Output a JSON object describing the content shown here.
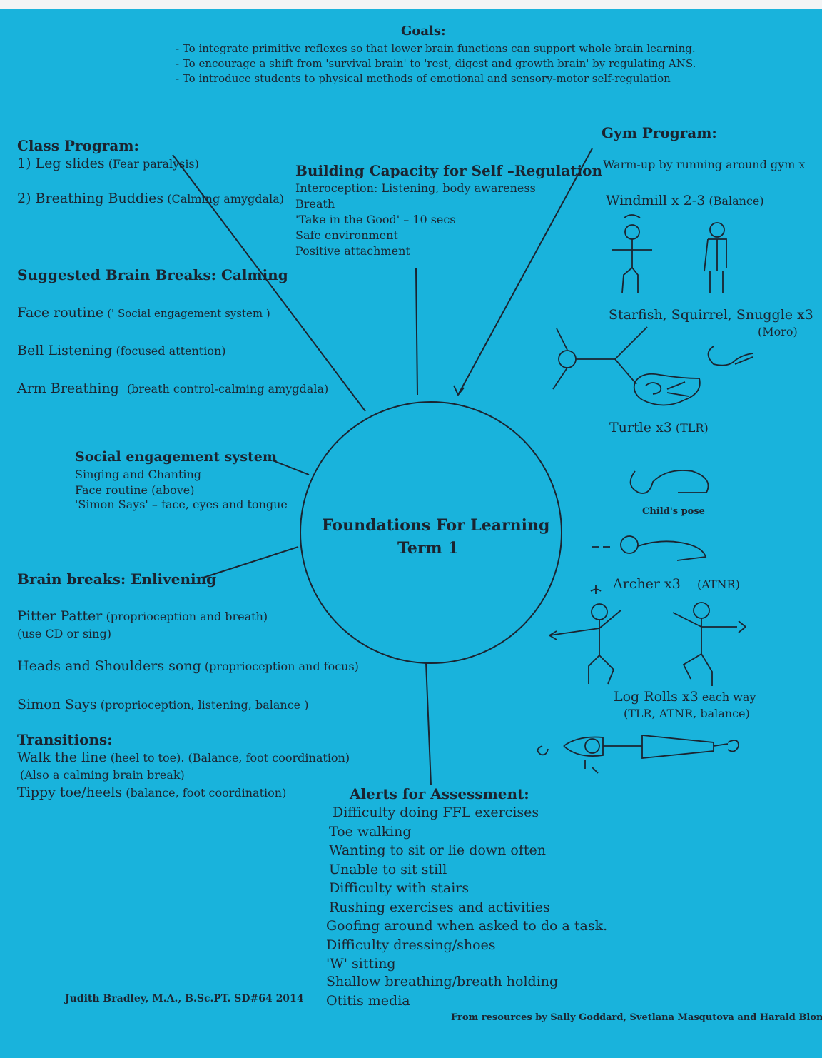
{
  "colors": {
    "background": "#19b3dc",
    "ink": "#1b2430"
  },
  "goals": {
    "title": "Goals:",
    "items": [
      "- To integrate primitive reflexes so that lower brain functions can support whole brain learning.",
      "- To encourage a shift from 'survival brain' to 'rest, digest and growth brain' by regulating ANS.",
      "- To introduce students to physical methods of emotional and sensory-motor self-regulation"
    ]
  },
  "center": {
    "line1": "Foundations For Learning",
    "line2": "Term 1"
  },
  "class_program": {
    "title": "Class Program:",
    "items": [
      {
        "label": "1) Leg slides",
        "note": "(Fear paralysis)"
      },
      {
        "label": "2) Breathing Buddies",
        "note": "(Calming amygdala)"
      }
    ]
  },
  "self_regulation": {
    "title": "Building Capacity for Self –Regulation",
    "items": [
      "Interoception: Listening, body awareness",
      "Breath",
      "'Take in the Good' – 10 secs",
      "Safe environment",
      "Positive attachment"
    ]
  },
  "gym_program": {
    "title": "Gym Program:",
    "warmup": "Warm-up by running around gym x",
    "exercises": [
      {
        "name": "Windmill x 2-3",
        "note": "(Balance)"
      },
      {
        "name": "Starfish, Squirrel, Snuggle x3",
        "note": "(Moro)"
      },
      {
        "name": "Turtle x3",
        "note": "(TLR)"
      },
      {
        "name": "Child's pose",
        "note": ""
      },
      {
        "name": "Archer x3",
        "note": "(ATNR)"
      },
      {
        "name": "Log Rolls x3",
        "note": "each way"
      }
    ],
    "log_rolls_sub": "(TLR, ATNR, balance)"
  },
  "calming": {
    "title": "Suggested Brain Breaks: Calming",
    "items": [
      {
        "label": "Face routine",
        "note": "(' Social engagement system  )"
      },
      {
        "label": "Bell Listening",
        "note": "(focused attention)"
      },
      {
        "label": "Arm Breathing",
        "note": "(breath control-calming amygdala)"
      }
    ]
  },
  "social": {
    "title": "Social engagement system",
    "items": [
      "Singing and Chanting",
      "Face routine (above)",
      "'Simon Says' – face, eyes and tongue"
    ]
  },
  "enlivening": {
    "title": "Brain breaks: Enlivening",
    "items": [
      {
        "label": "Pitter Patter",
        "note": "(proprioception and breath)",
        "sub": "(use CD or sing)"
      },
      {
        "label": "Heads and Shoulders song",
        "note": "(proprioception and focus)",
        "sub": ""
      },
      {
        "label": "Simon Says",
        "note": "(proprioception, listening, balance  )",
        "sub": ""
      }
    ]
  },
  "transitions": {
    "title": "Transitions:",
    "items": [
      {
        "label": "Walk the line",
        "note": "(heel to toe). (Balance, foot coordination)",
        "sub": "(Also a calming brain break)"
      },
      {
        "label": "Tippy toe/heels",
        "note": "(balance, foot coordination)",
        "sub": ""
      }
    ]
  },
  "alerts": {
    "title": "Alerts for Assessment:",
    "items": [
      "Difficulty doing FFL exercises",
      "Toe walking",
      "Wanting to sit or lie down often",
      "Unable to sit still",
      "Difficulty with stairs",
      "Rushing exercises and activities",
      "Goofing around when asked to do a task.",
      "Difficulty dressing/shoes",
      "'W' sitting",
      "Shallow breathing/breath holding",
      "Otitis media"
    ]
  },
  "footer": {
    "author": "Judith Bradley, M.A., B.Sc.PT.  SD#64  2014",
    "credit": "From resources by Sally Goddard, Svetlana Masqutova and Harald Blomberg"
  }
}
